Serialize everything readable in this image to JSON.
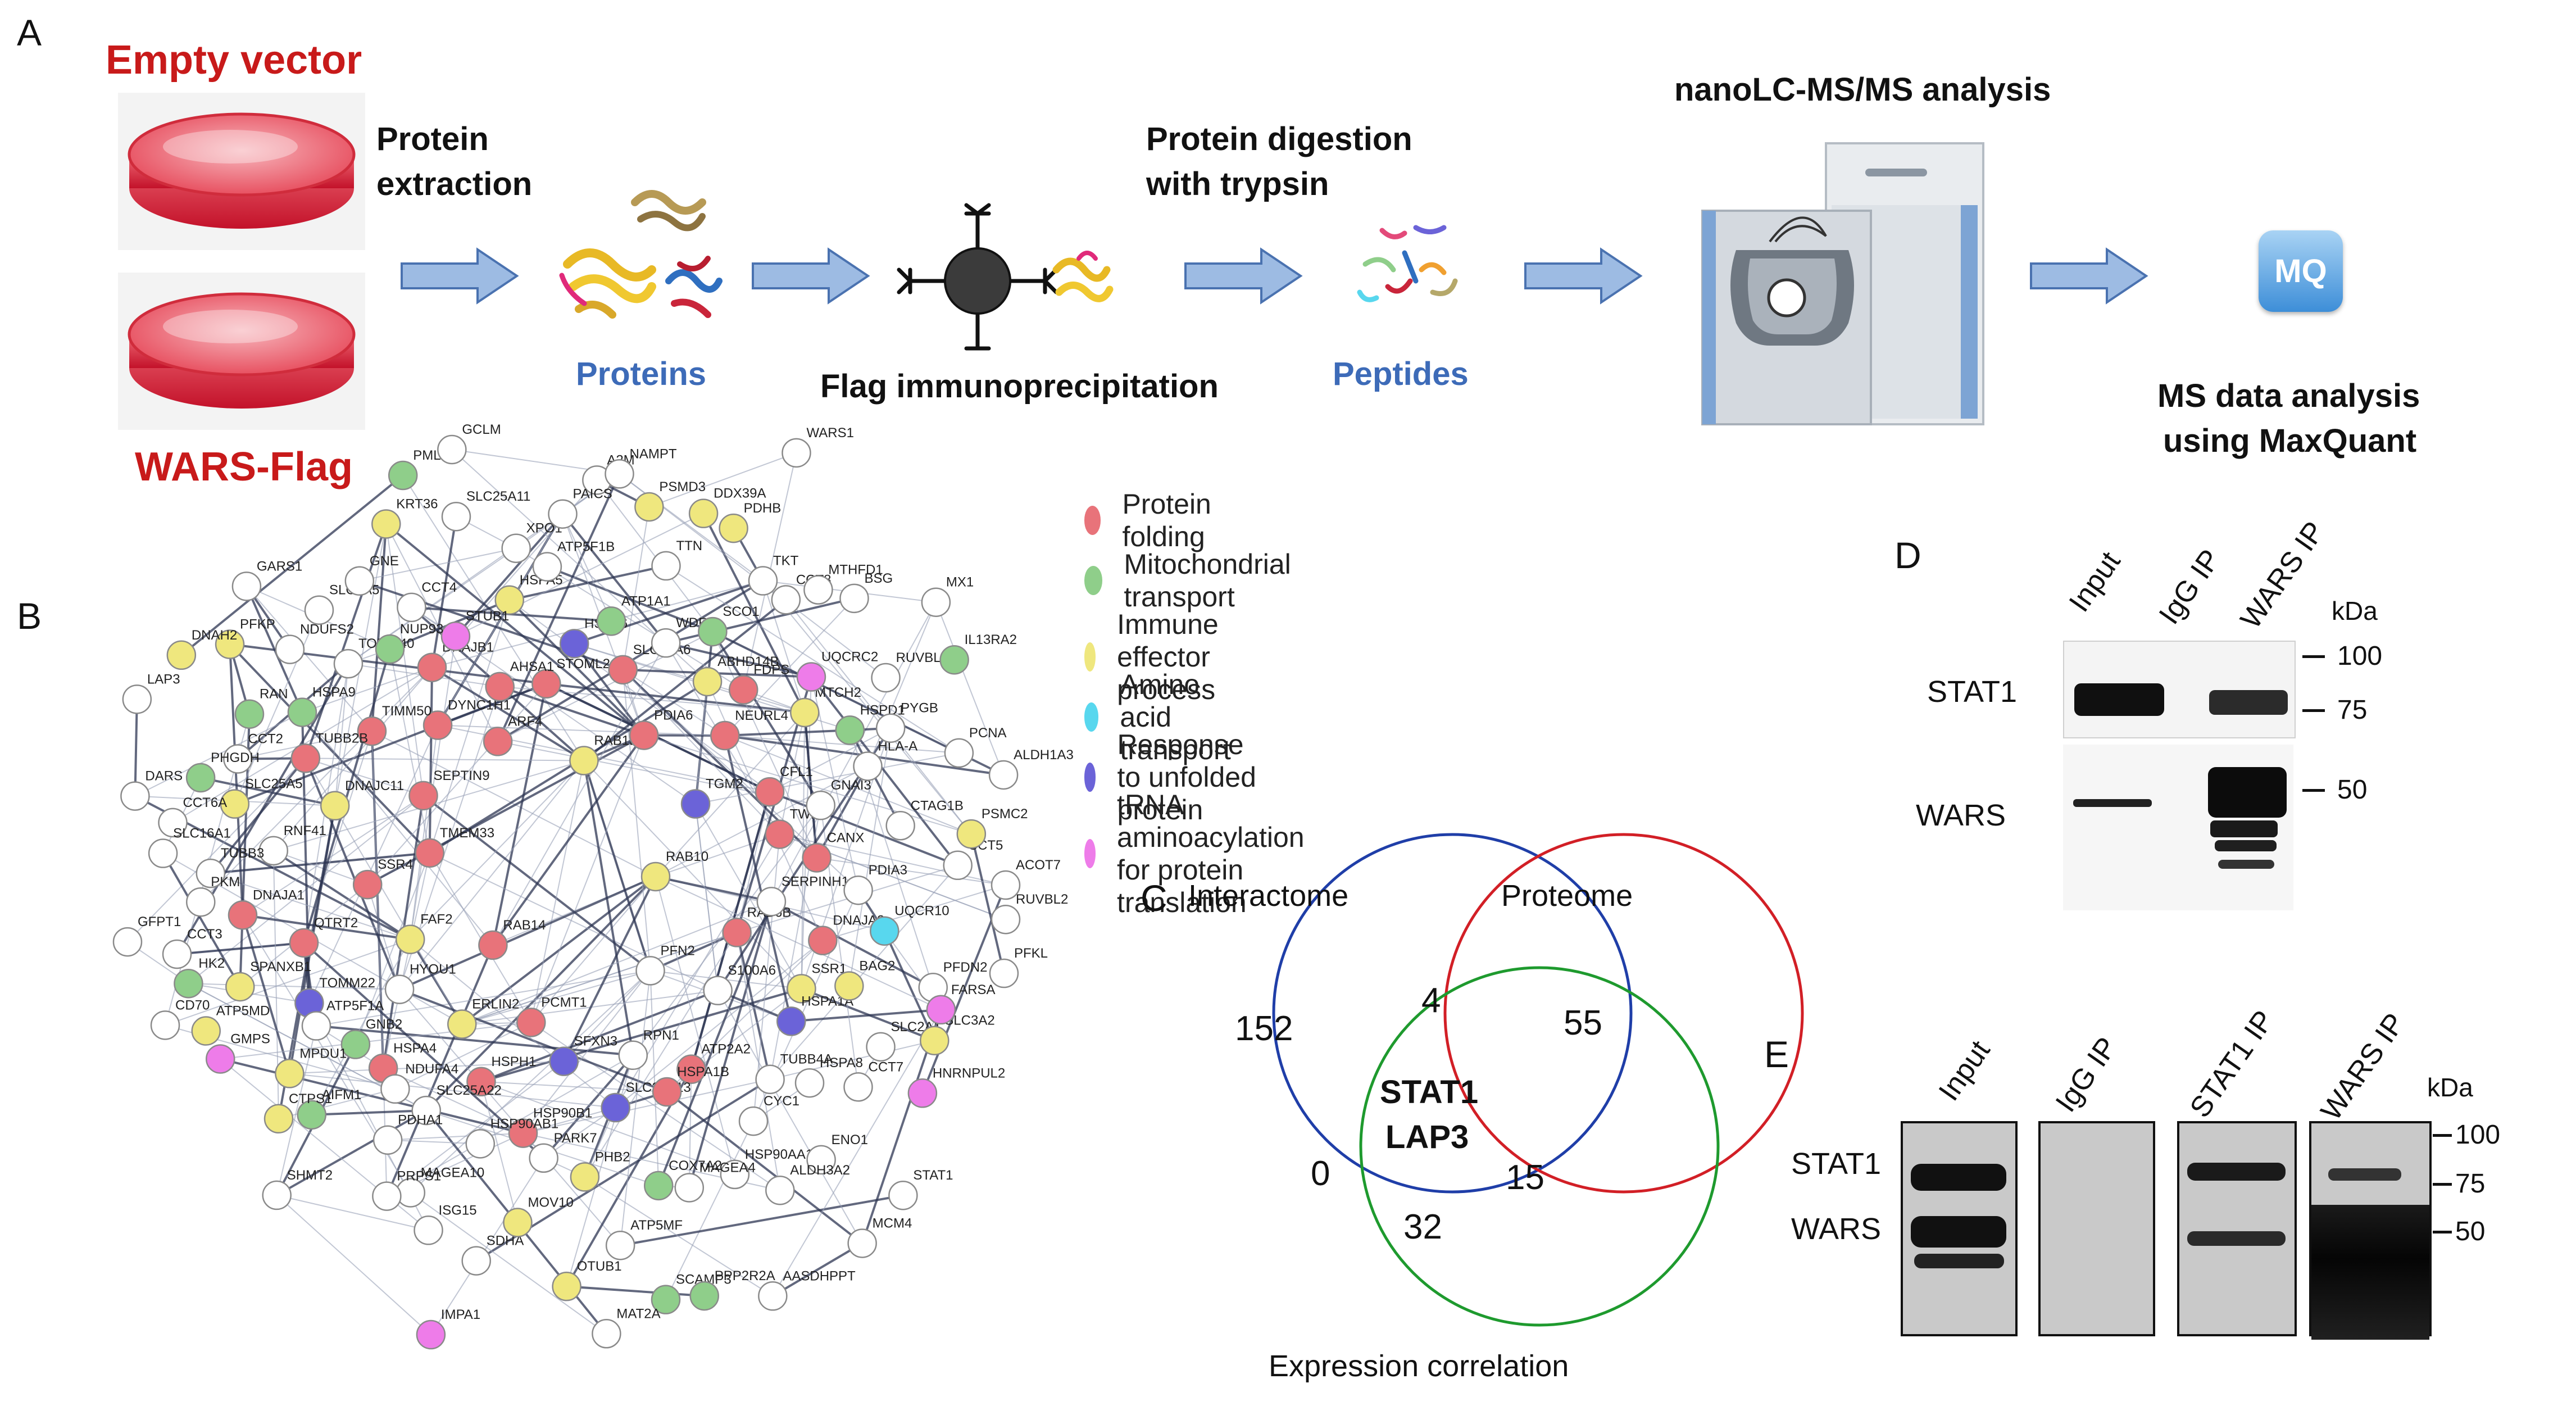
{
  "panels": {
    "a": "A",
    "b": "B",
    "c": "C",
    "d": "D",
    "e": "E"
  },
  "panelA": {
    "empty_vector": "Empty vector",
    "wars_flag": "WARS-Flag",
    "protein_extraction_1": "Protein",
    "protein_extraction_2": "extraction",
    "proteins": "Proteins",
    "flag_ip": "Flag immunoprecipitation",
    "digestion_1": "Protein digestion",
    "digestion_2": "with trypsin",
    "peptides": "Peptides",
    "nanolc": "nanoLC-MS/MS analysis",
    "mq_logo": "MQ",
    "ms_analysis_1": "MS data analysis",
    "ms_analysis_2": "using MaxQuant",
    "colors": {
      "dish_red": "#d42433",
      "arrow_fill": "#9dbbe3",
      "arrow_stroke": "#4a72b0"
    }
  },
  "legend": [
    {
      "label": "Protein folding",
      "color": "#e8737a"
    },
    {
      "label": "Mitochondrial transport",
      "color": "#8fce8a"
    },
    {
      "label": "Immune effector process",
      "color": "#efe77e"
    },
    {
      "label": "Amino acid transport",
      "color": "#58d7ee"
    },
    {
      "label": "Response to unfolded protein",
      "color": "#6b63d8"
    },
    {
      "label": "tRNA aminoacylation for protein translation",
      "color": "#ee7ce9"
    }
  ],
  "network_labels": [
    "RAB10",
    "RAB14",
    "RAB1B",
    "PFN2",
    "TMEM33",
    "TGM2",
    "PCMT1",
    "ARF4",
    "RAB6B",
    "FAF2",
    "PDIA6",
    "RPN1",
    "SEPTIN9",
    "TWF2",
    "ERLIN2",
    "STOML2",
    "S100A6",
    "SSR4",
    "NEURL4",
    "SFXN3",
    "DYNC1H1",
    "SERPINH1",
    "HYOU1",
    "SLC25A6",
    "ATP2A2",
    "DNAJC11",
    "CFL1",
    "HSPH1",
    "AHSA1",
    "SSR1",
    "QTRT2",
    "ABHD14B",
    "SLC25A13",
    "TIMM50",
    "CANX",
    "HSPA4",
    "HSPA6",
    "TUBB4A",
    "RNF41",
    "MTCH2",
    "HSP90B1",
    "DNAJB1",
    "DNAJA2",
    "TOMM22",
    "WDR1",
    "HSPA1B",
    "TUBB2B",
    "GNAI3",
    "SLC25A22",
    "HSPA5",
    "HSPA1A",
    "DNAJA1",
    "FDPS",
    "PHB2",
    "TOMM40",
    "PDIA3",
    "GNB2",
    "ATP1A1",
    "CYC1",
    "SLC25A5",
    "HSPD1",
    "HSP90AB1",
    "STUB1",
    "BAG2",
    "SPANXB1",
    "SCO1",
    "COX7A2",
    "HSPA9",
    "CTAG1B",
    "NDUFA4",
    "ATP5F1B",
    "HSPA8",
    "TUBB3",
    "UQCRC2",
    "PARK7",
    "NUP93",
    "UQCR10",
    "ATP5F1A",
    "TTN",
    "HSP90AA1",
    "CCT2",
    "HLA-A",
    "MAGEA10",
    "SLC25A11",
    "SLC2A1",
    "CCT3",
    "CCT8",
    "ATP5MF",
    "NDUFS2",
    "CCT5",
    "AIFM1",
    "A2M",
    "ENO1",
    "CCT6A",
    "RUVBL1",
    "SDHA",
    "CCT4",
    "PFDN2",
    "ATP5MD",
    "PDHB",
    "MAGEA4",
    "RAN",
    "ALDH1A3",
    "PDHA1",
    "XPO1",
    "CCT7",
    "PKM",
    "BSG",
    "OTUB1",
    "SLC7A5",
    "RUVBL2",
    "MPDU1",
    "PSMD3",
    "ALDH3A2",
    "PHGDH",
    "PYGB",
    "ISG15",
    "PML",
    "SLC3A2",
    "HK2",
    "TKT",
    "SCAMP3",
    "PFKP",
    "PSMC2",
    "SHMT2",
    "PAICS",
    "STAT1",
    "SLC16A1",
    "MX1",
    "MOV10",
    "GNE",
    "PFKL",
    "GMPS",
    "DDX39A",
    "AASDHPPT",
    "LAP3",
    "PCNA",
    "PRPS1",
    "GCLM",
    "HNRNPUL2",
    "GFPT1",
    "MTHFD1",
    "MAT2A",
    "GARS1",
    "ACOT7",
    "CTPS1",
    "NAMPT",
    "MCM4",
    "DARS",
    "IL13RA2",
    "IMPA1",
    "KRT36",
    "FARSA",
    "CD70",
    "WARS1",
    "PPP2R2A",
    "DNAH2"
  ],
  "venn": {
    "interactome": "Interactome",
    "proteome": "Proteome",
    "expression": "Expression correlation",
    "n_interactome_only": "152",
    "n_proteome_only": "55",
    "n_expression_only": "32",
    "n_int_prot": "4",
    "n_int_expr": "0",
    "n_prot_expr": "15",
    "center_1": "STAT1",
    "center_2": "LAP3",
    "colors": {
      "interactome": "#1f3ea8",
      "proteome": "#d21f26",
      "expression": "#1e9a2e"
    }
  },
  "panelD": {
    "lanes": [
      "Input",
      "IgG IP",
      "WARS IP"
    ],
    "kda": "kDa",
    "markers": [
      "100",
      "75",
      "50"
    ],
    "rows": [
      "STAT1",
      "WARS"
    ]
  },
  "panelE": {
    "lanes": [
      "Input",
      "IgG IP",
      "STAT1 IP",
      "WARS IP"
    ],
    "kda": "kDa",
    "markers": [
      "100",
      "75",
      "50"
    ],
    "rows": [
      "STAT1",
      "WARS"
    ]
  }
}
